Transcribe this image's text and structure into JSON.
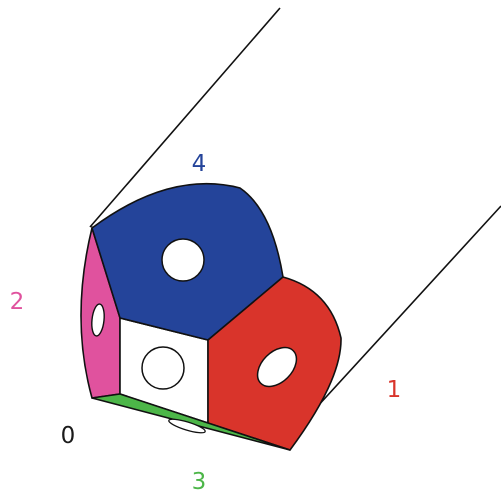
{
  "labels": {
    "face_0": "0",
    "face_1": "1",
    "face_2": "2",
    "face_3": "3",
    "face_4": "4"
  },
  "colors": {
    "face_0_label": "#1a1a1a",
    "face_1": "#d9342b",
    "face_2": "#e0529e",
    "face_3": "#4cb648",
    "face_4": "#24449a",
    "outline": "#111111",
    "background": "#ffffff"
  }
}
